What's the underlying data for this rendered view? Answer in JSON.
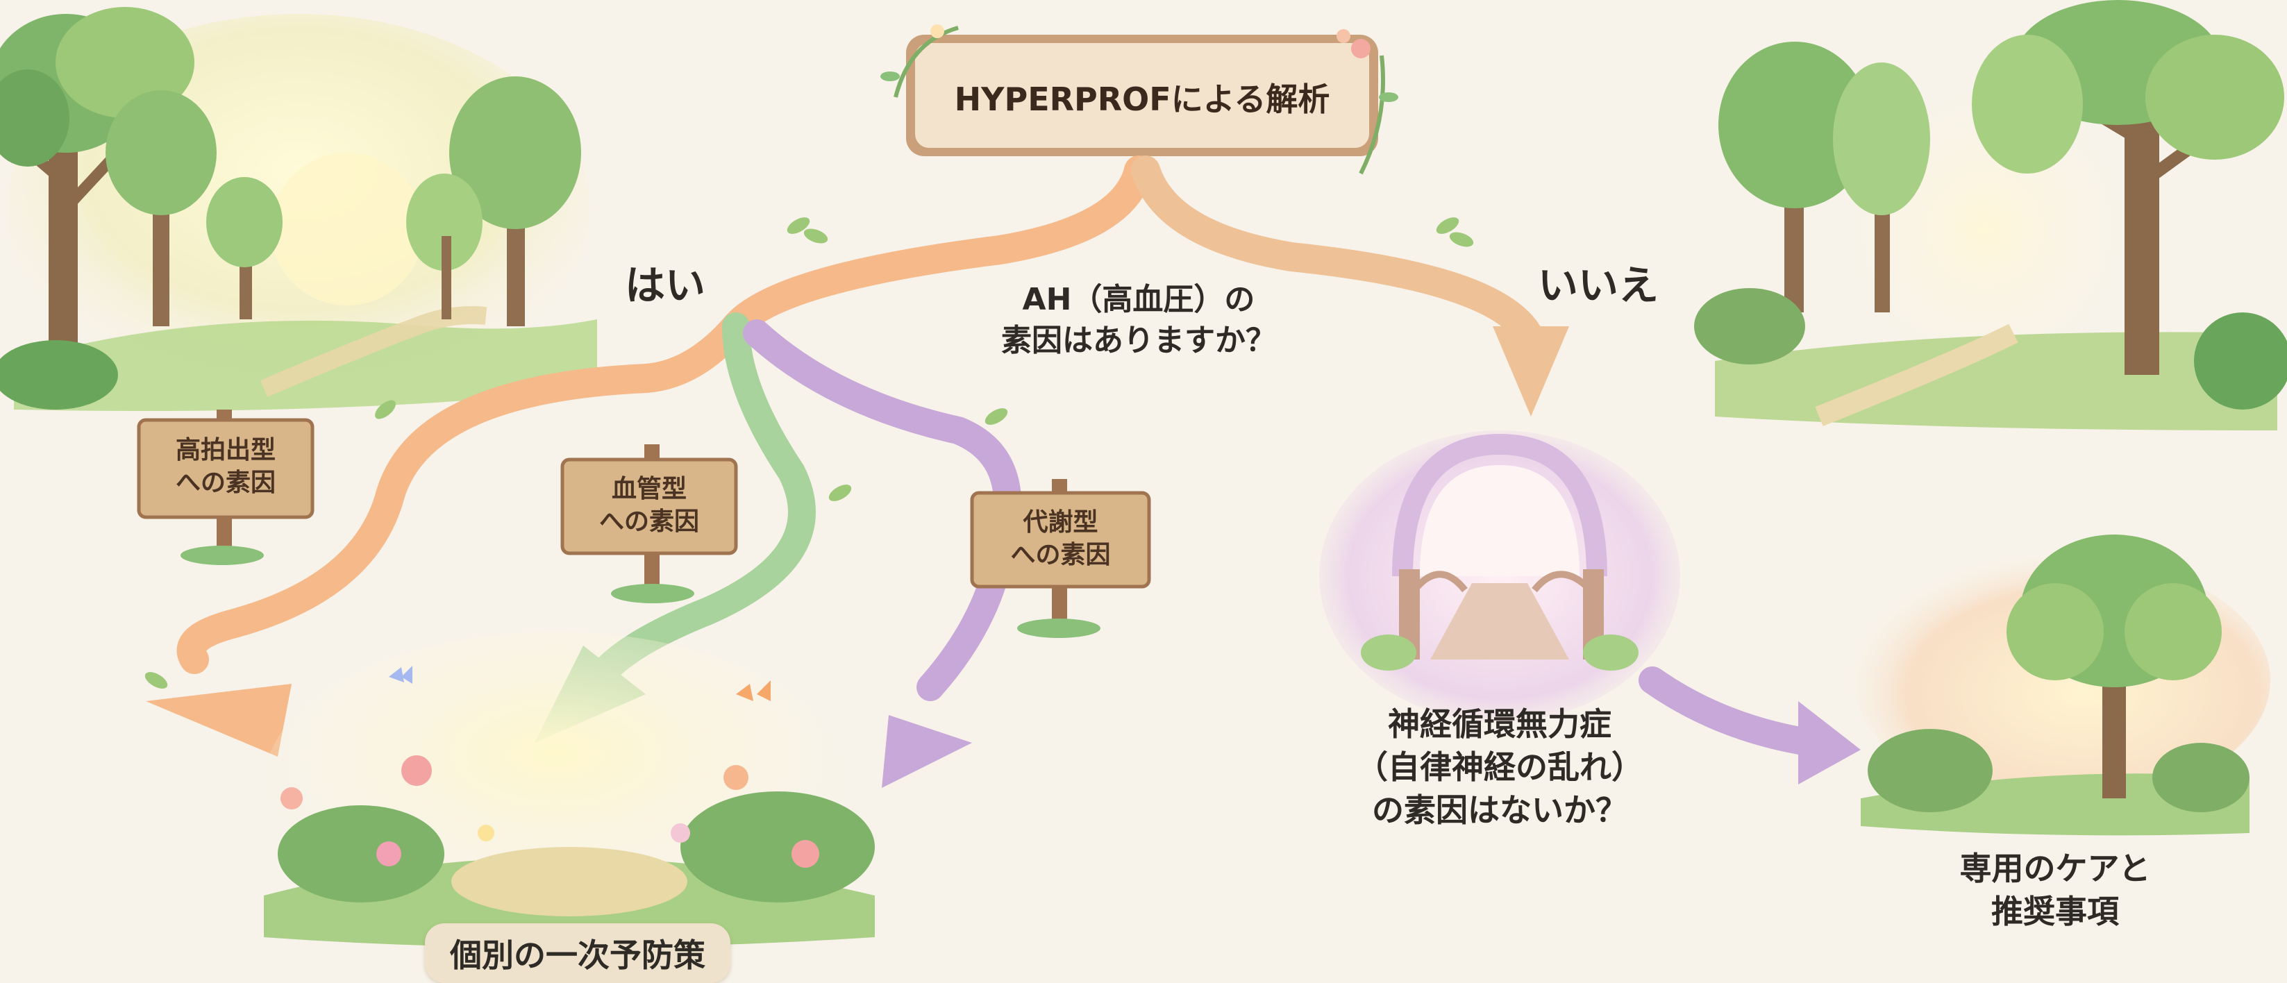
{
  "title": "HYPERPROFによる解析",
  "question_ah": [
    "AH（高血圧）の",
    "素因はありますか？"
  ],
  "yes_label": "はい",
  "no_label": "いいえ",
  "signs": {
    "high_output": [
      "高拍出型",
      "への素因"
    ],
    "vascular": [
      "血管型",
      "への素因"
    ],
    "metabolic": [
      "代謝型",
      "への素因"
    ]
  },
  "garden_label": "個別の一次予防策",
  "neuro_question": [
    "神経循環無力症",
    "（自律神経の乱れ）",
    "の素因はないか？"
  ],
  "care_label": [
    "専用のケアと",
    "推奨事項"
  ],
  "colors": {
    "orange_arrow": "#f5b98a",
    "green_arrow": "#a9d39c",
    "purple_arrow": "#c8a8d8",
    "tan_arrow": "#eec196",
    "sign_wood": "#d9b68a",
    "background": "#f8f3ea"
  }
}
